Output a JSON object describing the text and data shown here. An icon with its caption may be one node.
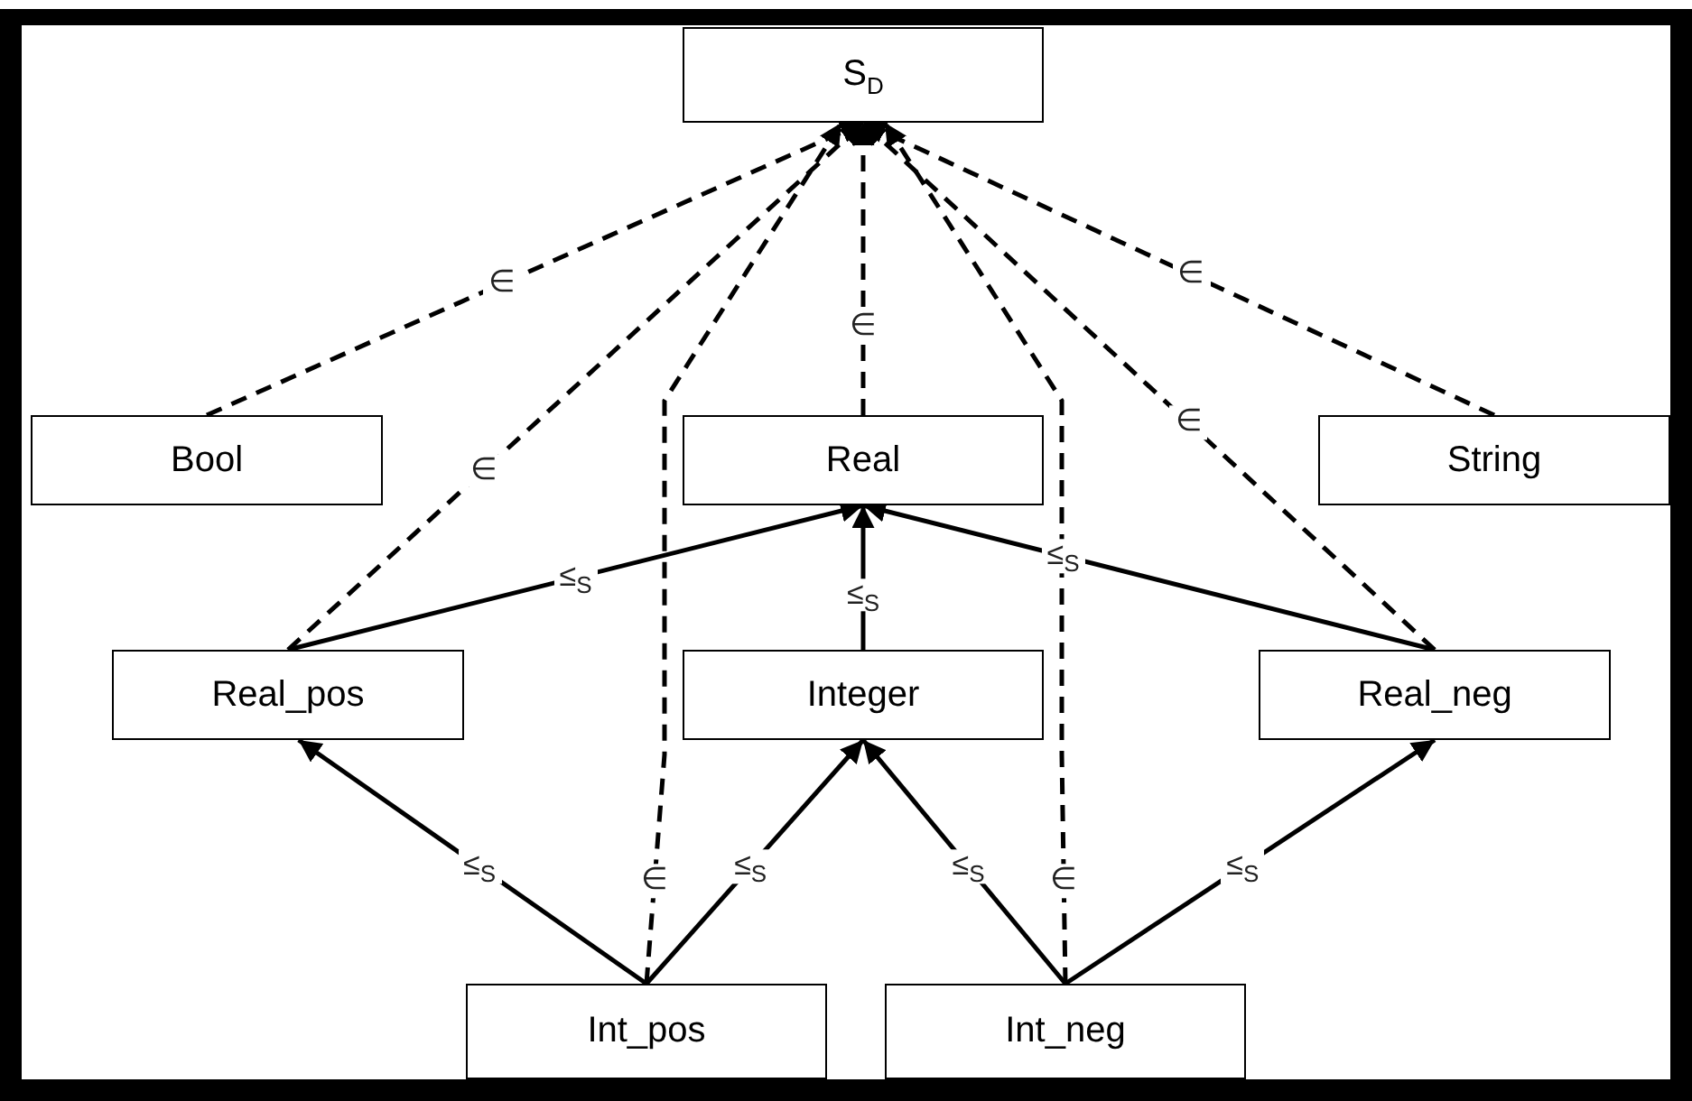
{
  "diagram": {
    "nodes": [
      {
        "text": [
          "S$_{D}$"
        ]
      },
      {
        "text": [
          "Bool"
        ]
      },
      {
        "text": [
          "Real"
        ]
      },
      {
        "text": [
          "String"
        ]
      },
      {
        "text": [
          "Real_pos"
        ]
      },
      {
        "text": [
          "Integer"
        ]
      },
      {
        "text": [
          "Real_neg"
        ]
      },
      {
        "text": [
          "Int_pos"
        ]
      },
      {
        "text": [
          "Int_neg"
        ]
      }
    ],
    "edges": [
      {
        "from": 1,
        "to": 0,
        "arrow": "to",
        "label": "∈",
        "style": "dashed"
      },
      {
        "from": 4,
        "to": 0,
        "arrow": "to",
        "label": "∈",
        "style": "dashed"
      },
      {
        "from": 2,
        "to": 0,
        "arrow": "to",
        "label": "∈",
        "style": "dashed"
      },
      {
        "from": 6,
        "to": 0,
        "arrow": "to",
        "label": "∈",
        "style": "dashed"
      },
      {
        "from": 3,
        "to": 0,
        "arrow": "to",
        "label": "∈",
        "style": "dashed"
      },
      {
        "from": 7,
        "to": 0,
        "arrow": "to",
        "label": "∈",
        "style": "dashed"
      },
      {
        "from": 8,
        "to": 0,
        "arrow": "to",
        "label": "∈",
        "style": "dashed"
      },
      {
        "from": 4,
        "to": 2,
        "arrow": "to",
        "label": "≤$_{S}$"
      },
      {
        "from": 5,
        "to": 2,
        "arrow": "to",
        "label": "≤$_{S}$"
      },
      {
        "from": 6,
        "to": 2,
        "arrow": "to",
        "label": "≤$_{S}$"
      },
      {
        "from": 7,
        "to": 4,
        "arrow": "to",
        "label": "≤$_{S}$"
      },
      {
        "from": 7,
        "to": 5,
        "arrow": "to",
        "label": "≤$_{S}$"
      },
      {
        "from": 8,
        "to": 5,
        "arrow": "to",
        "label": "≤$_{S}$"
      },
      {
        "from": 8,
        "to": 6,
        "arrow": "to",
        "label": "≤$_{S}$"
      }
    ]
  }
}
